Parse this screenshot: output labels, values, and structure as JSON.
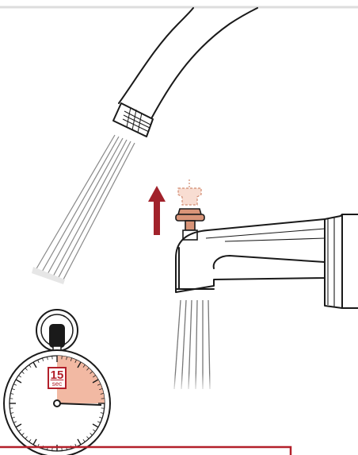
{
  "timer": {
    "duration_value": "15",
    "duration_unit": "sec",
    "elapsed_fraction": 0.25
  },
  "colors": {
    "line": "#1a1a1a",
    "arrow": "#a1222b",
    "timer_fill": "#f2b9a3",
    "label_border": "#b3202a",
    "diverter_knob": "#d99478",
    "frame_bottom": "#b3202a",
    "frame_top": "#dddddd"
  },
  "icons": [
    "hand-shower",
    "water-stream",
    "tub-spout",
    "diverter-knob",
    "up-arrow",
    "stopwatch"
  ]
}
